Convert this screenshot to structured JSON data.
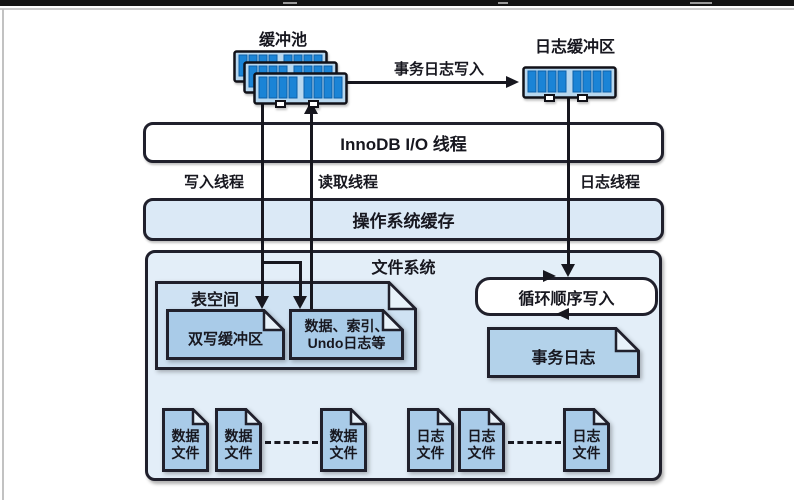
{
  "diagram": {
    "buffer_pool_label": "缓冲池",
    "log_buffer_label": "日志缓冲区",
    "txn_write_arrow_label": "事务日志写入",
    "innodb_io_bar_label": "InnoDB I/O 线程",
    "write_thread_label": "写入线程",
    "read_thread_label": "读取线程",
    "log_thread_label": "日志线程",
    "os_cache_bar_label": "操作系统缓存",
    "file_system": {
      "label": "文件系统",
      "tablespace_label": "表空间",
      "doublewrite_label": "双写缓冲区",
      "data_index_line1": "数据、索引、",
      "data_index_line2": "Undo日志等",
      "circular_write_label": "循环顺序写入",
      "txn_log_label": "事务日志",
      "data_file": {
        "line1": "数据",
        "line2": "文件"
      },
      "log_file": {
        "line1": "日志",
        "line2": "文件"
      }
    },
    "colors": {
      "ram_chip": "#1b84d6",
      "ram_body": "#b9d8ef",
      "file_system_fill": "#e3eef8",
      "os_cache_fill": "#dbe9f6",
      "tablespace_fill": "#cfe2f3",
      "doc_fill": "#a9cbe8",
      "outline": "#20202c"
    }
  }
}
